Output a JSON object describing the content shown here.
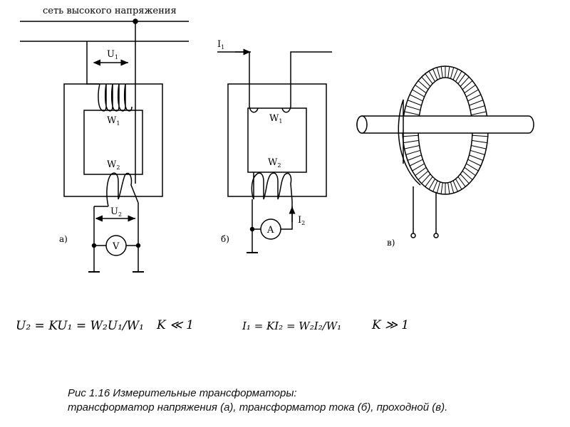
{
  "network_label": "сеть высокого напряжения",
  "panel_a": {
    "label": "а)",
    "u1": "U",
    "u1_sub": "1",
    "w1": "W",
    "w1_sub": "1",
    "w2": "W",
    "w2_sub": "2",
    "u2": "U",
    "u2_sub": "2",
    "meter": "V"
  },
  "panel_b": {
    "label": "б)",
    "i1": "I",
    "i1_sub": "1",
    "w1": "W",
    "w1_sub": "1",
    "w2": "W",
    "w2_sub": "2",
    "i2": "I",
    "i2_sub": "2",
    "meter": "A"
  },
  "panel_c": {
    "label": "в)"
  },
  "formula_a": {
    "eq": "U₂ = KU₁ = W₂U₁/W₁",
    "cond": "K ≪ 1"
  },
  "formula_b": {
    "eq": "I₁   = KI₂ = W₂I₂/W₁",
    "cond": "K ≫ 1"
  },
  "caption": {
    "line1": "Рис 1.16 Измерительные трансформаторы:",
    "line2": "трансформатор напряжения (а), трансформатор тока (б), проходной (в)."
  }
}
